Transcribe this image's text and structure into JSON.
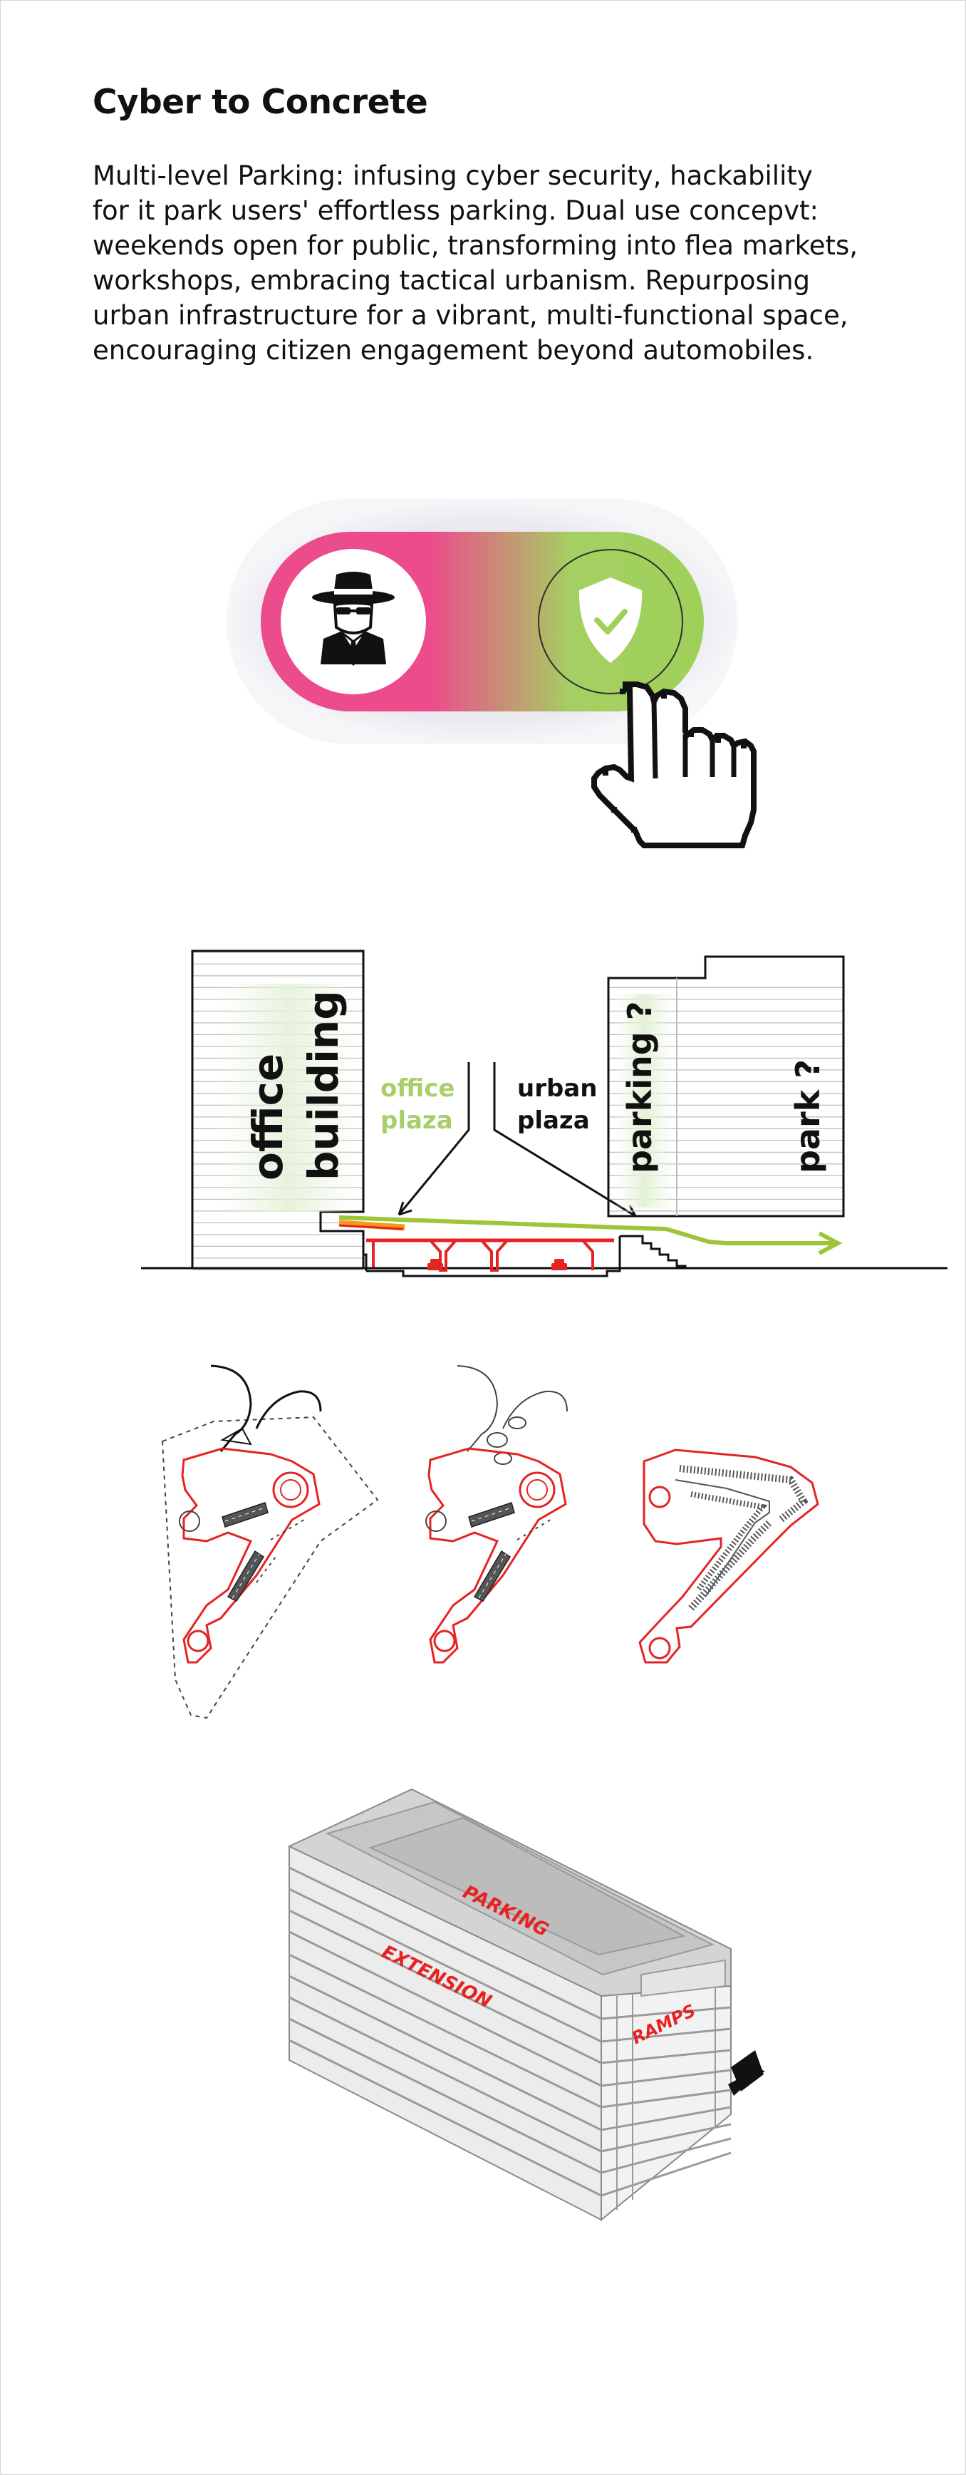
{
  "title": "Cyber to Concrete",
  "description_lines": [
    "Multi-level Parking: infusing cyber security, hackability",
    "for it park users' effortless parking. Dual use concepvt:",
    "weekends open for public, transforming into flea markets,",
    "workshops, embracing tactical urbanism. Repurposing",
    "urban infrastructure for a vibrant, multi-functional space,",
    "encouraging citizen engagement beyond automobiles."
  ],
  "toggle": {
    "left_icon": "hacker-spy-icon",
    "right_icon": "shield-check-icon",
    "cursor_icon": "pointing-hand-cursor-icon",
    "colors": {
      "pink": "#ec4b8c",
      "green": "#9fd15a"
    }
  },
  "section_diagram": {
    "office_building": [
      "office",
      "building"
    ],
    "office_plaza": [
      "office",
      "plaza"
    ],
    "urban_plaza": [
      "urban",
      "plaza"
    ],
    "parking": "parking ?",
    "park": "park ?",
    "colors": {
      "green": "#9fc43a",
      "red": "#e62323",
      "orange": "#f39b1f"
    }
  },
  "axon_labels": {
    "parking": "PARKING",
    "extension": "EXTENSION",
    "ramps": "RAMPS"
  }
}
